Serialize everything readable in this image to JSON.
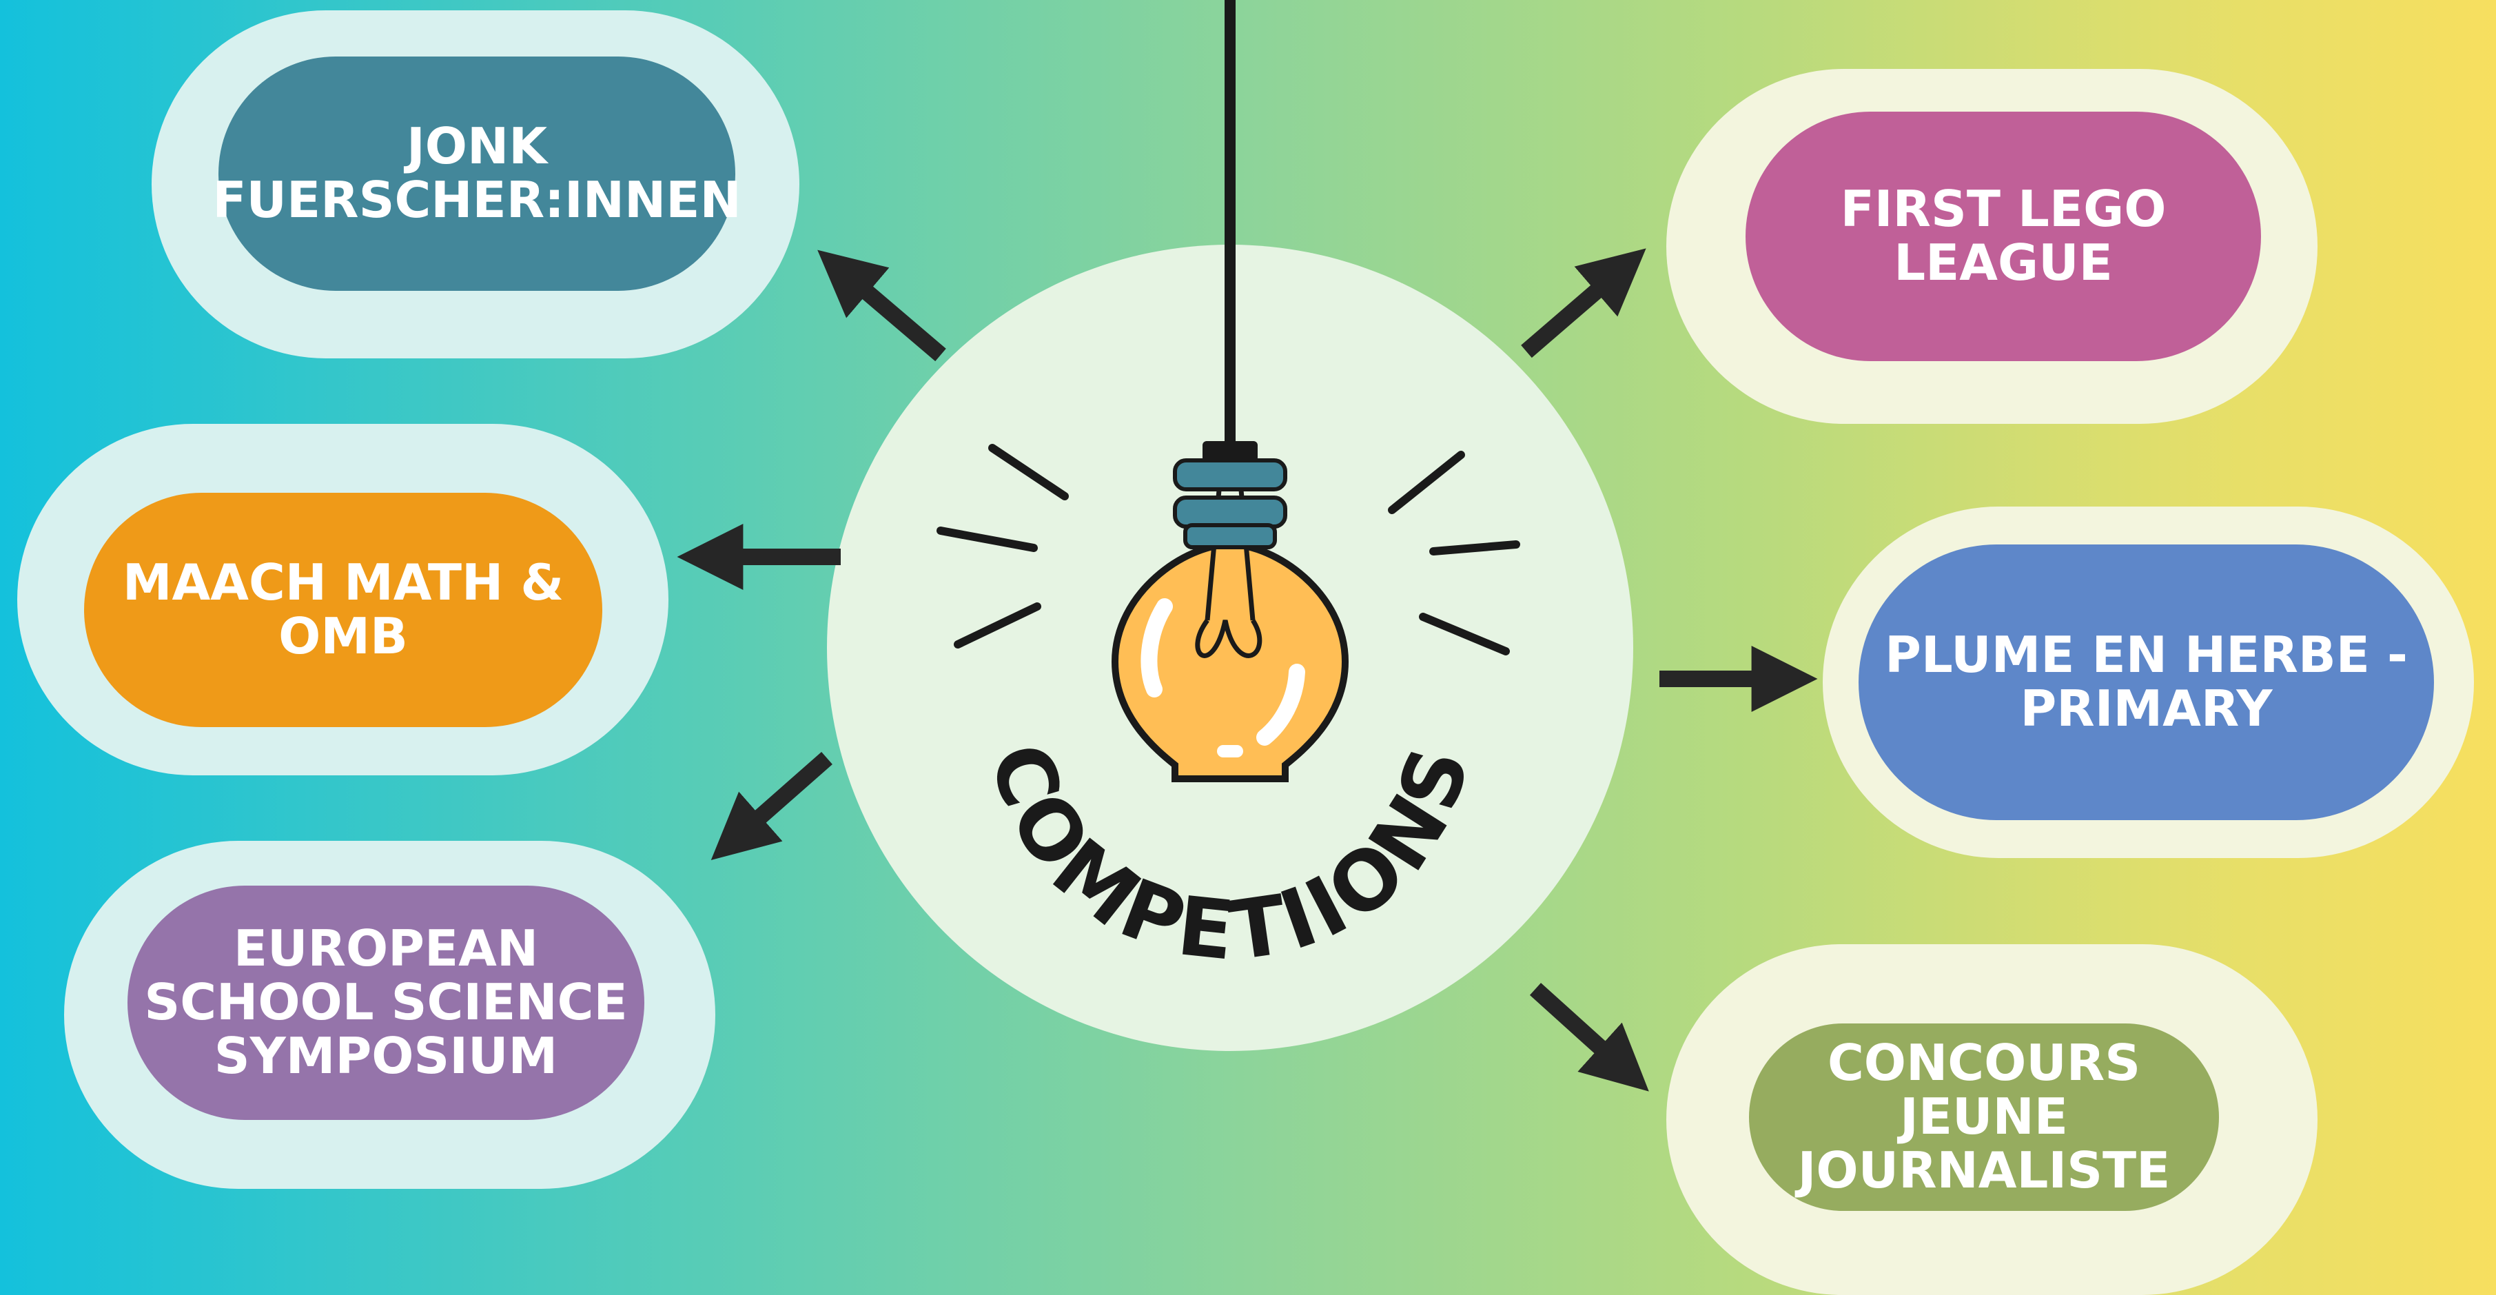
{
  "center": {
    "label": "COMPETIIONS",
    "icon": "lightbulb-icon"
  },
  "colors": {
    "gradient_start": "#14c1dc",
    "gradient_end": "#f7df5f",
    "left_card_bg": "#d8f1ef",
    "right_card_bg": "#f3f5de",
    "center_circle": "#e6f4e3",
    "arrow": "#262626",
    "bulb": "#ffbe55",
    "socket": "#43879a"
  },
  "competitions": [
    {
      "label": "JONK\nFUERSCHER:INNEN",
      "color": "#43879a"
    },
    {
      "label": "MAACH MATH &\nOMB",
      "color": "#ef9a18"
    },
    {
      "label": "EUROPEAN\nSCHOOL SCIENCE\nSYMPOSIUM",
      "color": "#9574aa"
    },
    {
      "label": "FIRST LEGO LEAGUE",
      "color": "#c06098"
    },
    {
      "label": "PLUME EN HERBE -\nPRIMARY",
      "color": "#5e87c9"
    },
    {
      "label": "CONCOURS JEUNE\nJOURNALISTE",
      "color": "#96ac5f"
    }
  ]
}
